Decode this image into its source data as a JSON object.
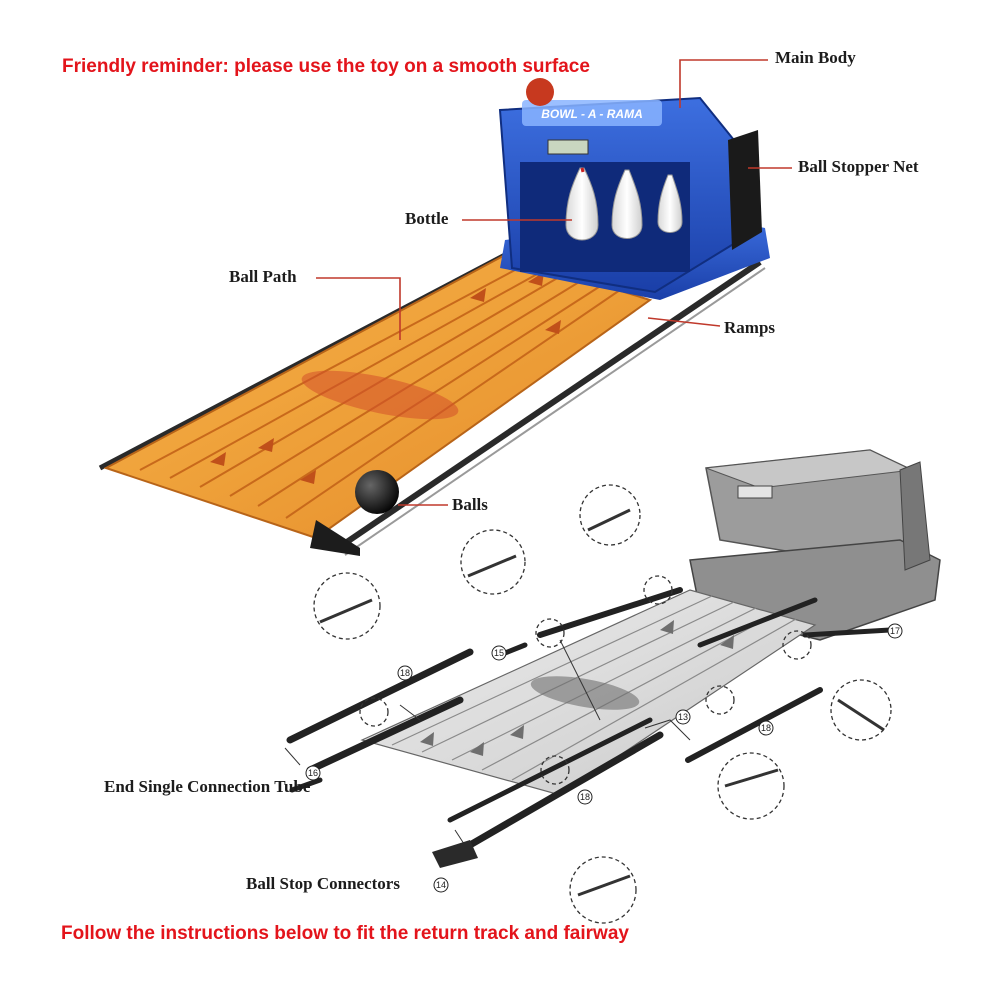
{
  "notes": {
    "top": "Friendly reminder: please use the toy on a smooth surface",
    "bottom": "Follow the instructions below to fit the return track and fairway"
  },
  "product": {
    "sign_text": "BOWL - A - RAMA"
  },
  "labels": {
    "main_body": "Main Body",
    "ball_stopper_net": "Ball Stopper Net",
    "bottle": "Bottle",
    "ball_path": "Ball Path",
    "ramps": "Ramps",
    "balls": "Balls",
    "end_single_connection_tube": "End Single Connection Tube",
    "ball_stop_connectors": "Ball Stop Connectors"
  },
  "part_numbers": {
    "p13": "13",
    "p14": "14",
    "p15": "15",
    "p16": "16",
    "p17": "17",
    "p18a": "18",
    "p18b": "18",
    "p18c": "18"
  },
  "colors": {
    "note_red": "#e3141b",
    "leader_red": "#c0392b",
    "machine_blue": "#1f4fc7",
    "lane_orange": "#f0a23a",
    "lane_dark": "#c96a1a"
  }
}
